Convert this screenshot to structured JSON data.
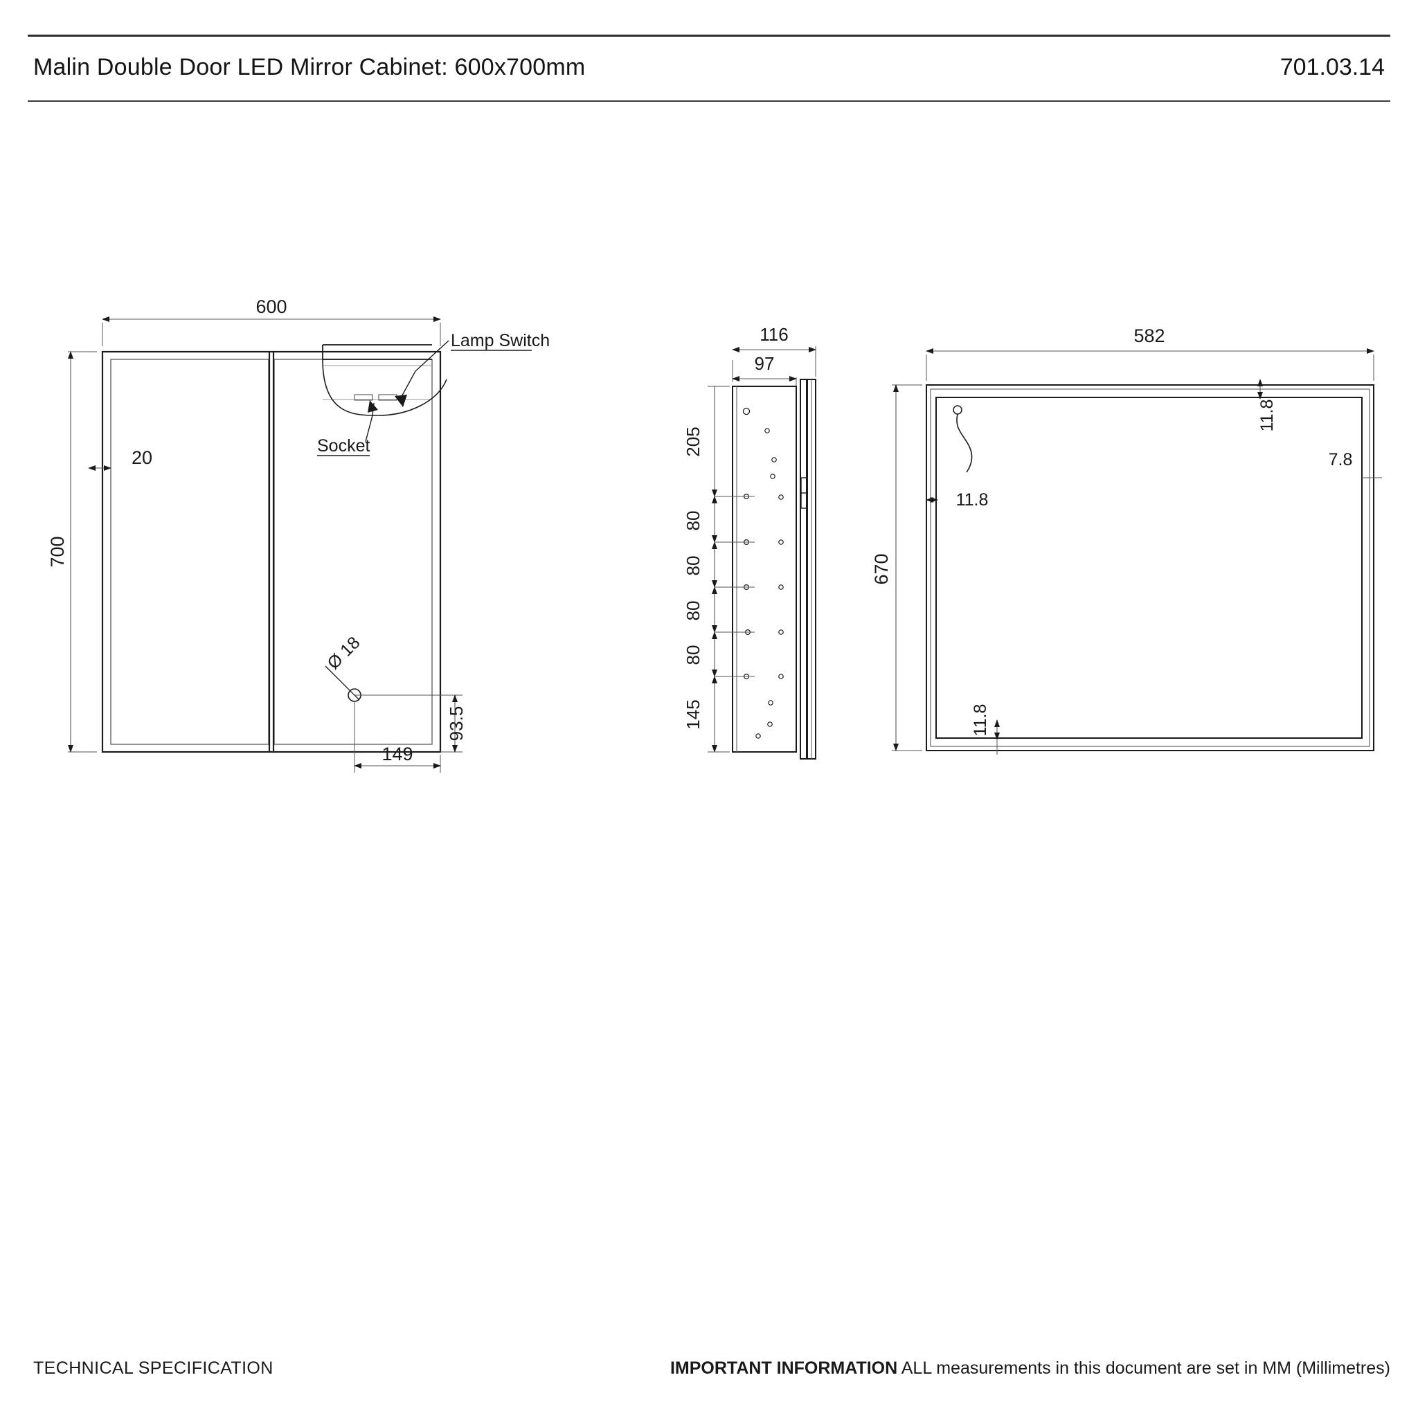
{
  "header": {
    "title": "Malin Double Door LED Mirror Cabinet: 600x700mm",
    "part_number": "701.03.14"
  },
  "footer": {
    "left": "TECHNICAL SPECIFICATION",
    "right_bold": "IMPORTANT INFORMATION",
    "right_normal": " ALL measurements in this document are set in MM (Millimetres)"
  },
  "views": {
    "front": {
      "name": "front-elevation",
      "dimensions": {
        "width": "600",
        "height": "700",
        "frame_inset": "20",
        "hole_diameter": "ø 18",
        "hole_from_bottom": "93.5",
        "hole_from_right": "149"
      },
      "callouts": {
        "lamp_switch": "Lamp Switch",
        "socket": "Socket"
      }
    },
    "side": {
      "name": "side-section",
      "dimensions": {
        "depth_total": "116",
        "depth_body": "97",
        "top_gap": "205",
        "shelf_pitch_1": "80",
        "shelf_pitch_2": "80",
        "shelf_pitch_3": "80",
        "shelf_pitch_4": "80",
        "bottom_gap": "145"
      }
    },
    "rear": {
      "name": "rear-elevation",
      "dimensions": {
        "width": "582",
        "height": "670",
        "top_inset": "11.8",
        "left_inset": "11.8",
        "bottom_inset": "11.8",
        "right_edge": "7.8"
      }
    }
  },
  "colors": {
    "line": "#1a1a1a",
    "thin_line": "#555555",
    "rule": "#2b2b2b",
    "text": "#141414"
  }
}
